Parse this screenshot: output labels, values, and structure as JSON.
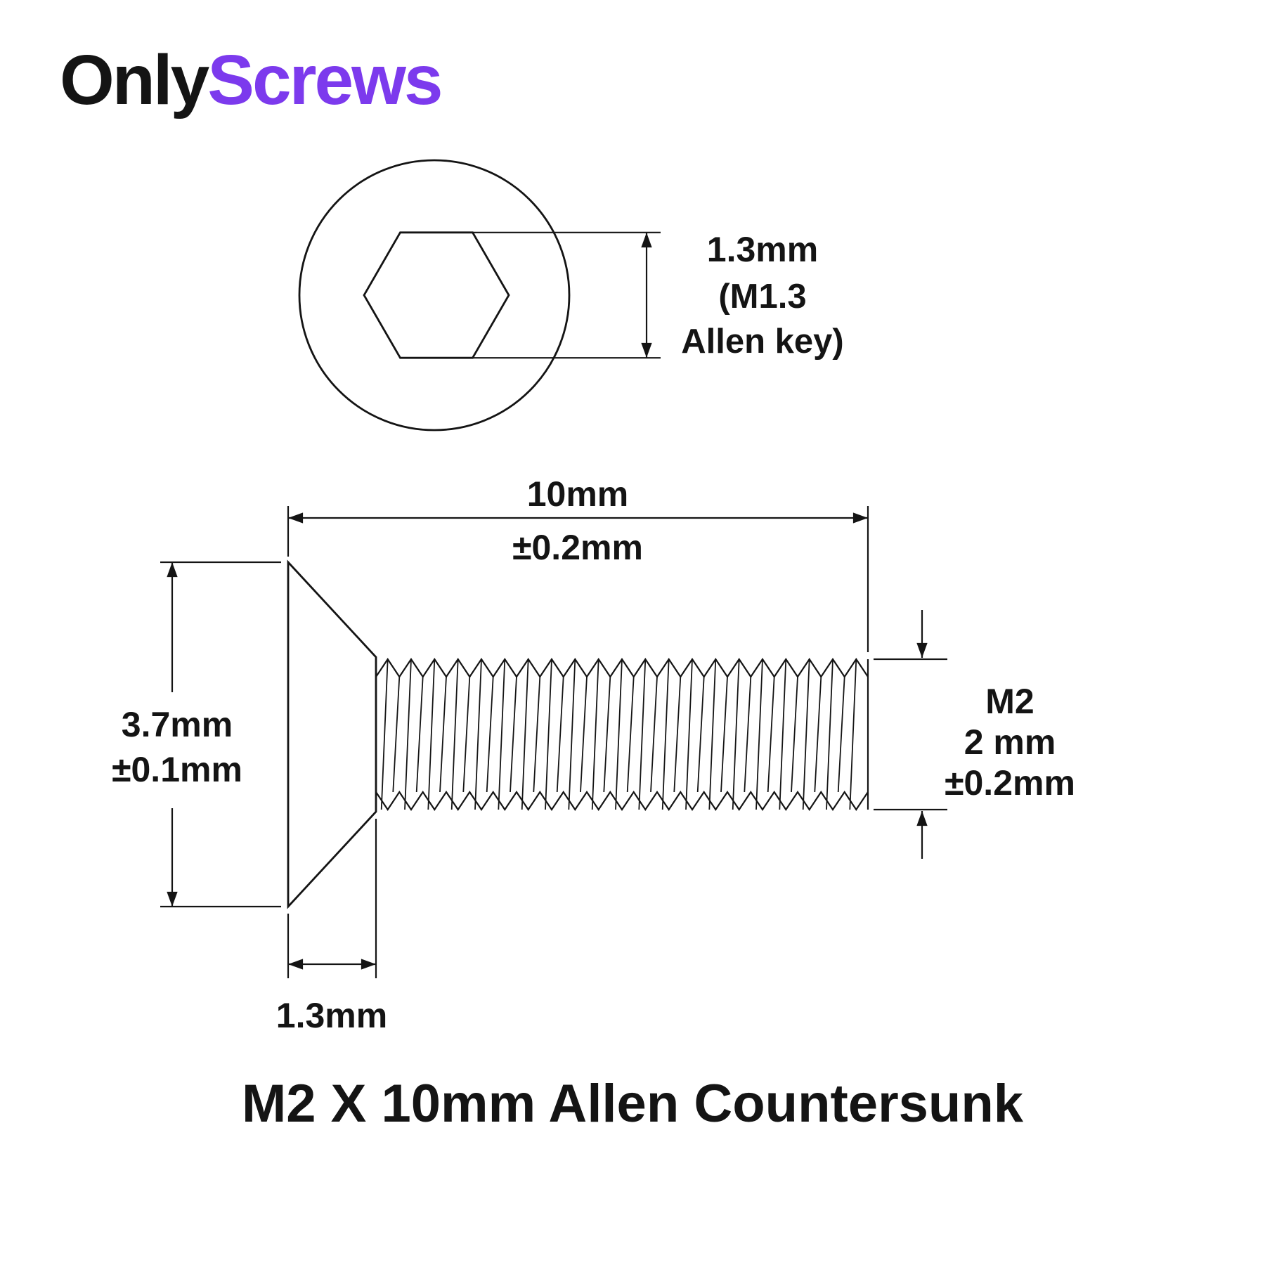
{
  "brand": {
    "name_black": "Only",
    "name_accent": "Screws"
  },
  "colors": {
    "accent": "#7C3AED",
    "ink": "#141414",
    "background": "#FFFFFF"
  },
  "dimensions": {
    "socket": {
      "value": "1.3mm",
      "note_line1": "(M1.3",
      "note_line2": "Allen key)"
    },
    "length": {
      "value": "10mm",
      "tolerance": "±0.2mm"
    },
    "head_height": {
      "value": "3.7mm",
      "tolerance": "±0.1mm"
    },
    "head_thickness": {
      "value": "1.3mm"
    },
    "thread": {
      "designation": "M2",
      "diameter": "2 mm",
      "tolerance": "±0.2mm"
    }
  },
  "caption": "M2 X 10mm Allen Countersunk"
}
